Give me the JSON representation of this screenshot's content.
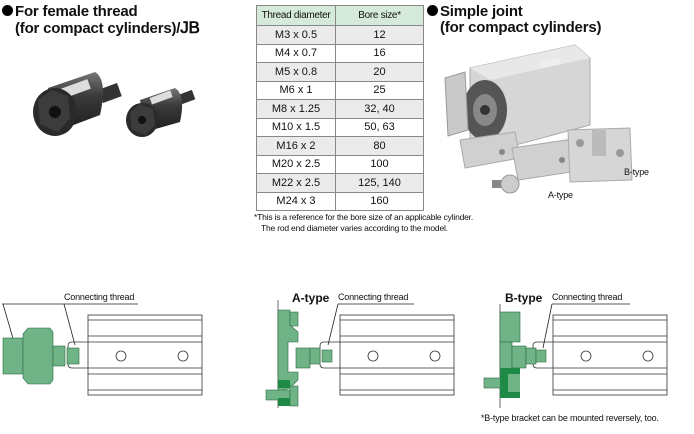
{
  "left_section": {
    "bullet_icon": "filled-circle",
    "title_line1": "For female thread",
    "title_line2": "(for compact cylinders)/",
    "title_code": "JB",
    "photo": "female-thread-joint-photo"
  },
  "table": {
    "headers": [
      "Thread diameter",
      "Bore size*"
    ],
    "rows": [
      [
        "M3 x 0.5",
        "12"
      ],
      [
        "M4 x 0.7",
        "16"
      ],
      [
        "M5 x 0.8",
        "20"
      ],
      [
        "M6 x 1",
        "25"
      ],
      [
        "M8 x 1.25",
        "32, 40"
      ],
      [
        "M10 x 1.5",
        "50, 63"
      ],
      [
        "M16 x 2",
        "80"
      ],
      [
        "M20 x 2.5",
        "100"
      ],
      [
        "M22 x 2.5",
        "125, 140"
      ],
      [
        "M24 x 3",
        "160"
      ]
    ],
    "note_line1": "*This is a reference for the bore size of an applicable cylinder.",
    "note_line2": "The rod end diameter varies according to the model."
  },
  "right_section": {
    "title_line1": "Simple joint",
    "title_line2": "(for compact cylinders)",
    "label_b": "B-type",
    "label_a": "A-type"
  },
  "diagrams": {
    "d1": {
      "connecting": "Connecting thread"
    },
    "d2": {
      "type_label": "A-type",
      "connecting": "Connecting thread"
    },
    "d3": {
      "type_label": "B-type",
      "connecting": "Connecting thread"
    },
    "footnote": "*B-type bracket can be mounted reversely, too."
  },
  "colors": {
    "part_green": "#6fb386",
    "dark_green": "#1e8a45",
    "header_green": "#d5eadb"
  }
}
